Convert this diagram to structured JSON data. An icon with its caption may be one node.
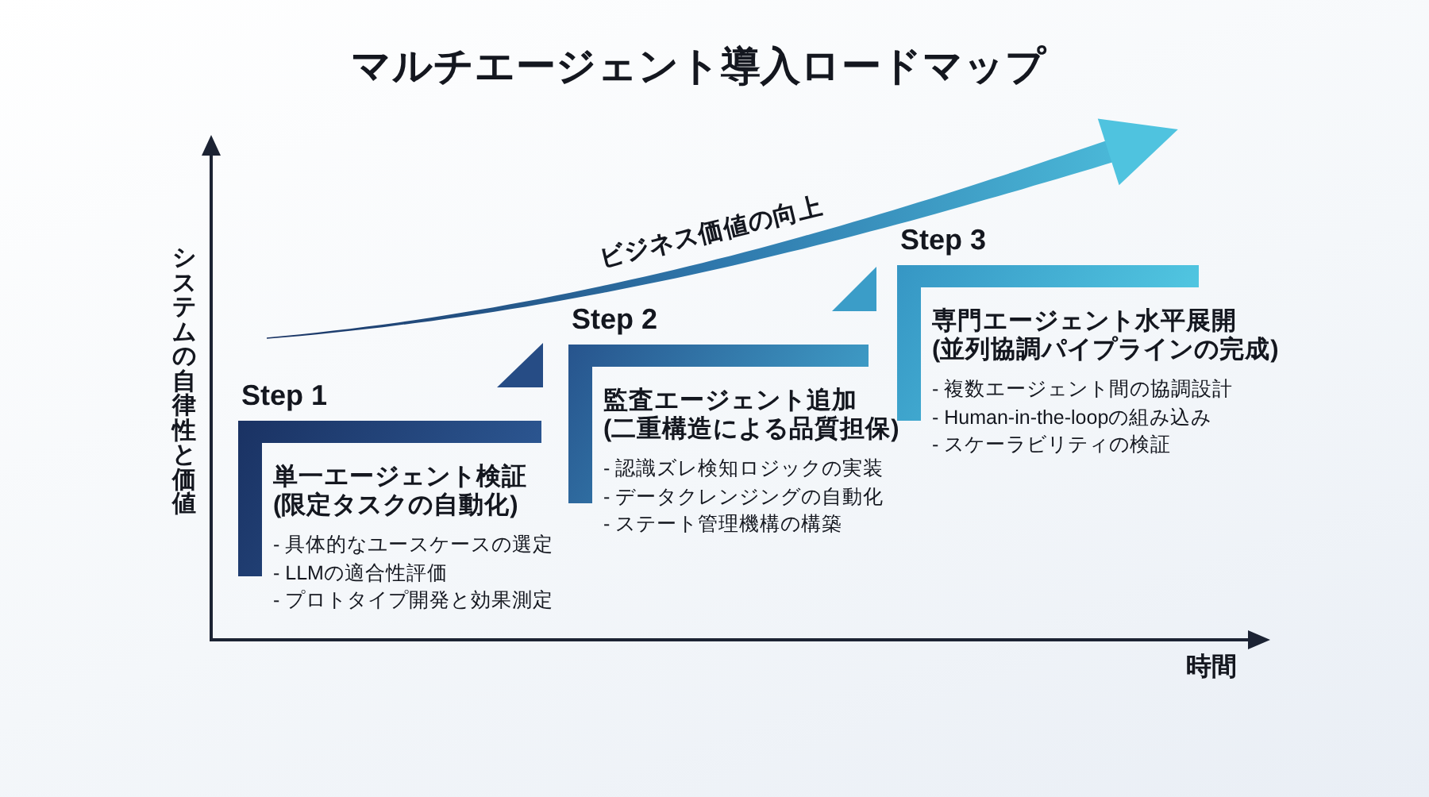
{
  "diagram": {
    "title": "マルチエージェント導入ロードマップ",
    "nodes": [
      {
        "text": [
          "Step 1",
          "単一エージェント検証",
          "(限定タスクの自動化)",
          "- 具体的なユースケースの選定",
          "- LLMの適合性評価",
          "- プロトタイプ開発と効果測定"
        ]
      },
      {
        "text": [
          "Step 2",
          "監査エージェント追加",
          "(二重構造による品質担保)",
          "- 認識ズレ検知ロジックの実装",
          "- データクレンジングの自動化",
          "- ステート管理機構の構築"
        ]
      },
      {
        "text": [
          "Step 3",
          "専門エージェント水平展開",
          "(並列協調パイプラインの完成)",
          "- 複数エージェント間の協調設計",
          "- Human-in-the-loopの組み込み",
          "- スケーラビリティの検証"
        ]
      }
    ],
    "labels": [
      "ビジネス価値の向上",
      "システムの自律性と価値",
      "時間"
    ]
  }
}
